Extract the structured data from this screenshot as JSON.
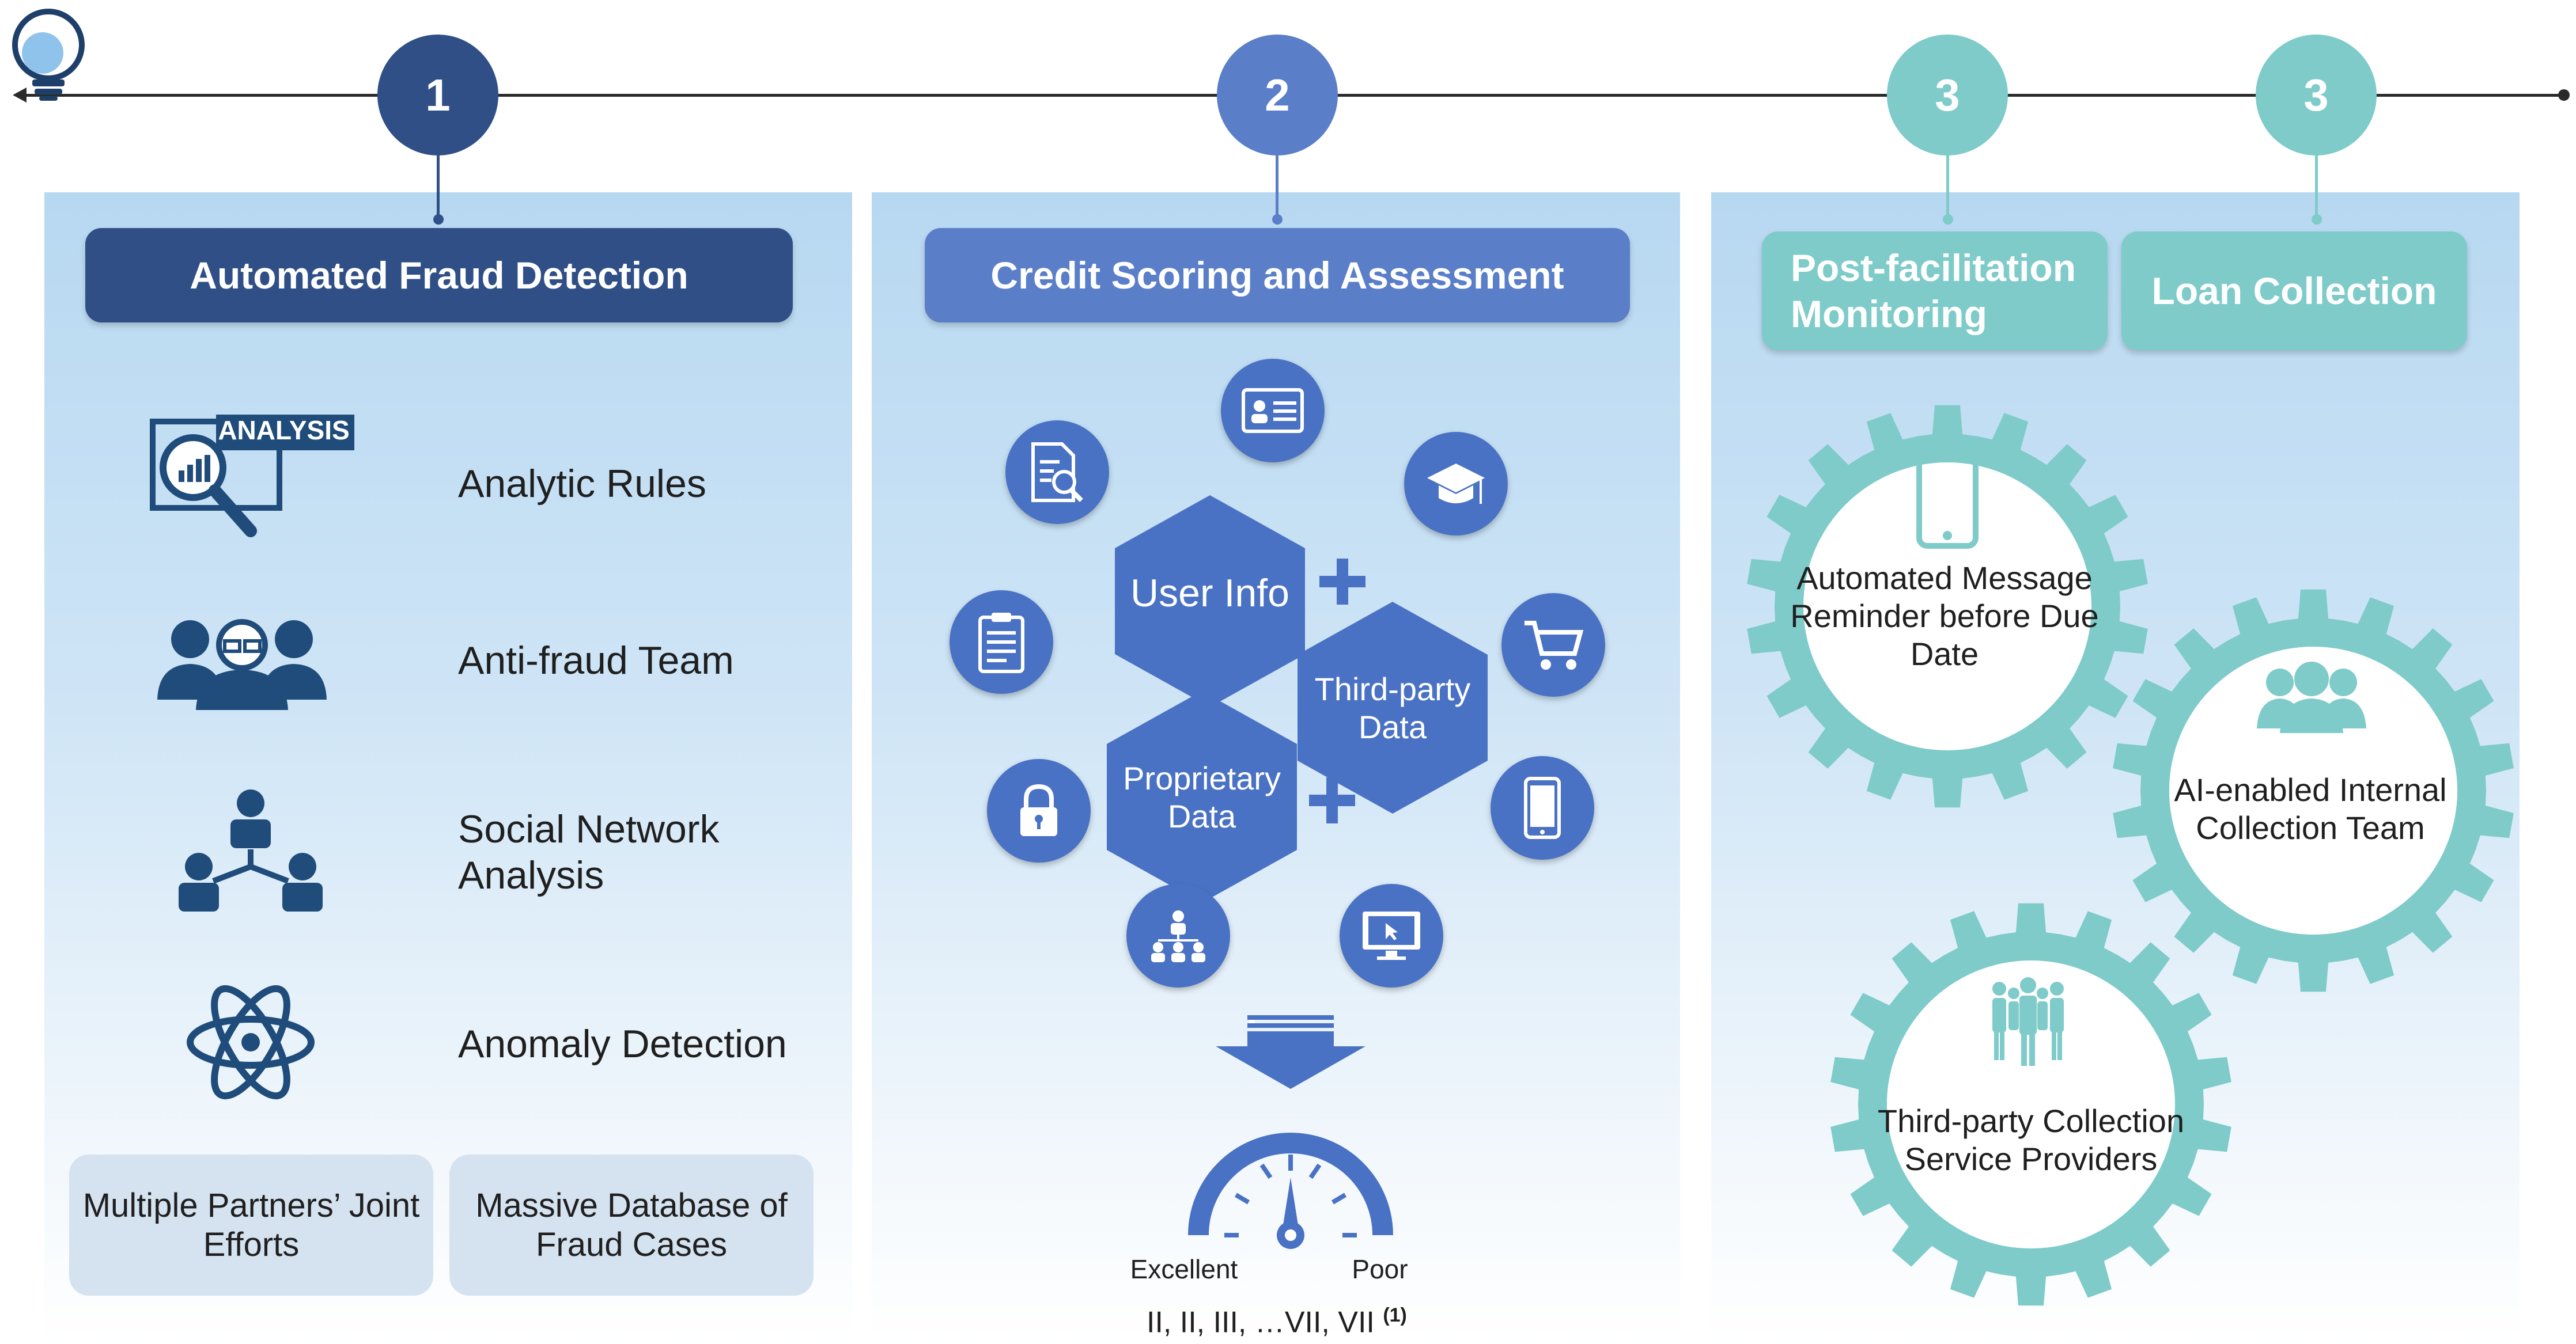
{
  "steps": [
    {
      "number": "1",
      "title": "Automated Fraud Detection",
      "color": "#2f4f86"
    },
    {
      "number": "2",
      "title": "Credit Scoring and Assessment",
      "color": "#5a7ec8"
    },
    {
      "number": "3",
      "title": "Post-facilitation Monitoring",
      "color": "#7ecbc9"
    },
    {
      "number": "3",
      "title": "Loan Collection",
      "color": "#7ecbc9"
    }
  ],
  "fraud": {
    "badge_text": "ANALYSIS",
    "items": [
      {
        "label": "Analytic Rules",
        "icon": "analysis-icon"
      },
      {
        "label": "Anti-fraud Team",
        "icon": "team-icon"
      },
      {
        "label": "Social Network Analysis",
        "icon": "network-icon"
      },
      {
        "label": "Anomaly Detection",
        "icon": "atom-icon"
      }
    ],
    "footer": [
      "Multiple Partners’ Joint Efforts",
      "Massive Database of Fraud Cases"
    ]
  },
  "credit": {
    "hex_user": "User Info",
    "hex_third": "Third-party Data",
    "hex_prop": "Proprietary Data",
    "plus": "+",
    "gauge_left": "Excellent",
    "gauge_right": "Poor",
    "ratings": "II, II, III, …VII, VII",
    "ratings_note": "(1)",
    "icons": [
      "id-card-icon",
      "graduation-cap-icon",
      "shopping-cart-icon",
      "smartphone-icon",
      "monitor-icon",
      "org-chart-icon",
      "lock-icon",
      "clipboard-icon",
      "document-search-icon"
    ]
  },
  "collection": {
    "gear1": "Automated Message Reminder before Due Date",
    "gear2": "AI-enabled Internal Collection Team",
    "gear3": "Third-party Collection Service Providers"
  }
}
